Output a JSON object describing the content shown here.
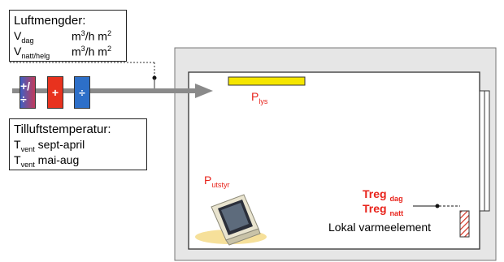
{
  "airflow_box": {
    "title": "Luftmengder:",
    "rows": [
      {
        "symbol": "V",
        "sub": "dag",
        "unit_prefix": "m",
        "unit_exp1": "3",
        "unit_mid": "/h m",
        "unit_exp2": "2"
      },
      {
        "symbol": "V",
        "sub": "natt/helg",
        "unit_prefix": "m",
        "unit_exp1": "3",
        "unit_mid": "/h m",
        "unit_exp2": "2"
      }
    ]
  },
  "supply_box": {
    "title": "Tilluftstemperatur:",
    "rows": [
      {
        "symbol": "T",
        "sub": "vent",
        "text": "sept-april"
      },
      {
        "symbol": "T",
        "sub": "vent",
        "text": "mai-aug"
      }
    ]
  },
  "units": [
    {
      "label": "+/÷",
      "color": "#6f3fb0"
    },
    {
      "label": "+",
      "color": "#e8321e"
    },
    {
      "label": "÷",
      "color": "#2d6fc8"
    }
  ],
  "room": {
    "lighting": {
      "symbol": "P",
      "sub": "lys",
      "color": "#f5e600"
    },
    "equipment": {
      "symbol": "P",
      "sub": "utstyr"
    },
    "treg_day": {
      "main": "Treg",
      "sub": "dag"
    },
    "treg_night": {
      "main": "Treg",
      "sub": "natt"
    },
    "heater_label": "Lokal varmeelement"
  },
  "colors": {
    "red": "#e8231b",
    "wall": "#e6e6e6",
    "arrow": "#8a8a8a"
  }
}
